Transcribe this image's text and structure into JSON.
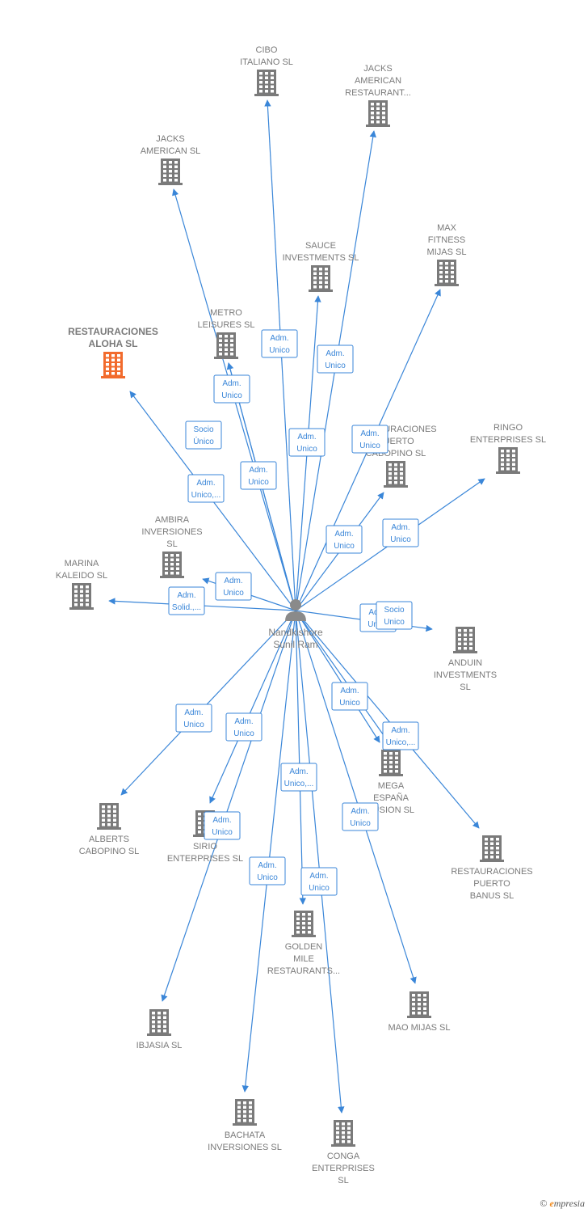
{
  "colors": {
    "edge": "#3a86d8",
    "company": "#7a7a7a",
    "focus_company": "#f26b2d",
    "label_text": "#7a7a7a"
  },
  "person": {
    "name_lines": [
      "Nandkishore",
      "Sunil Ram"
    ],
    "icon": "person-icon"
  },
  "companies": [
    {
      "id": "cibo",
      "lines": [
        "CIBO",
        "ITALIANO  SL"
      ]
    },
    {
      "id": "jacks2",
      "lines": [
        "JACKS",
        "AMERICAN",
        "RESTAURANT..."
      ]
    },
    {
      "id": "jacks1",
      "lines": [
        "JACKS",
        "AMERICAN SL"
      ]
    },
    {
      "id": "sauce",
      "lines": [
        "SAUCE",
        "INVESTMENTS SL"
      ]
    },
    {
      "id": "maxfit",
      "lines": [
        "MAX",
        "FITNESS",
        "MIJAS  SL"
      ]
    },
    {
      "id": "metro",
      "lines": [
        "METRO",
        "LEISURES SL"
      ]
    },
    {
      "id": "aloha",
      "lines": [
        "RESTAURACIONES",
        "ALOHA  SL"
      ],
      "focus": true
    },
    {
      "id": "restpuerto",
      "lines": [
        "RESTAURACIONES",
        "PUERTO",
        "CABOPINO SL"
      ]
    },
    {
      "id": "ringo",
      "lines": [
        "RINGO",
        "ENTERPRISES SL"
      ]
    },
    {
      "id": "ambira",
      "lines": [
        "AMBIRA",
        "INVERSIONES",
        "SL"
      ]
    },
    {
      "id": "marina",
      "lines": [
        "MARINA",
        "KALEIDO  SL"
      ]
    },
    {
      "id": "anduin",
      "lines": [
        "ANDUIN",
        "INVESTMENTS",
        "SL"
      ]
    },
    {
      "id": "alberts",
      "lines": [
        "ALBERTS",
        "CABOPINO SL"
      ]
    },
    {
      "id": "sirio",
      "lines": [
        "SIRIO",
        "ENTERPRISES SL"
      ]
    },
    {
      "id": "mega",
      "lines": [
        "MEGA",
        "ESPAÑA",
        "FUSION SL"
      ]
    },
    {
      "id": "banus",
      "lines": [
        "RESTAURACIONES",
        "PUERTO",
        "BANUS  SL"
      ]
    },
    {
      "id": "golden",
      "lines": [
        "GOLDEN",
        "MILE",
        "RESTAURANTS..."
      ]
    },
    {
      "id": "maomijas",
      "lines": [
        "MAO MIJAS  SL"
      ]
    },
    {
      "id": "ibjasia",
      "lines": [
        "IBJASIA SL"
      ]
    },
    {
      "id": "bachata",
      "lines": [
        "BACHATA",
        "INVERSIONES SL"
      ]
    },
    {
      "id": "conga",
      "lines": [
        "CONGA",
        "ENTERPRISES",
        "SL"
      ]
    }
  ],
  "edges": [
    {
      "to": "cibo",
      "label": [
        "Adm.",
        "Unico"
      ]
    },
    {
      "to": "jacks2",
      "label": [
        "Adm.",
        "Unico"
      ]
    },
    {
      "to": "jacks1",
      "label": [
        "Adm.",
        "Unico"
      ]
    },
    {
      "to": "sauce",
      "label": [
        "Adm.",
        "Unico"
      ]
    },
    {
      "to": "maxfit",
      "label": [
        "Adm.",
        "Unico"
      ]
    },
    {
      "to": "metro",
      "label": [
        "Adm.",
        "Unico"
      ]
    },
    {
      "to": "metro",
      "label": [
        "Socio",
        "Único"
      ]
    },
    {
      "to": "aloha",
      "label": [
        "Adm.",
        "Unico,..."
      ]
    },
    {
      "to": "restpuerto",
      "label": [
        "Adm.",
        "Unico"
      ]
    },
    {
      "to": "ringo",
      "label": [
        "Adm.",
        "Unico"
      ]
    },
    {
      "to": "ambira",
      "label": [
        "Adm.",
        "Unico"
      ]
    },
    {
      "to": "marina",
      "label": [
        "Adm.",
        "Solid.,..."
      ]
    },
    {
      "to": "anduin",
      "label": [
        "Adm.",
        "Unico"
      ]
    },
    {
      "to": "mega",
      "label": [
        "Socio",
        "Unico"
      ]
    },
    {
      "to": "alberts",
      "label": [
        "Adm.",
        "Unico"
      ]
    },
    {
      "to": "sirio",
      "label": [
        "Adm.",
        "Unico"
      ]
    },
    {
      "to": "mega",
      "label": [
        "Adm.",
        "Unico"
      ]
    },
    {
      "to": "banus",
      "label": [
        "Adm.",
        "Unico,..."
      ]
    },
    {
      "to": "golden",
      "label": [
        "Adm.",
        "Unico,..."
      ]
    },
    {
      "to": "maomijas",
      "label": [
        "Adm.",
        "Unico"
      ]
    },
    {
      "to": "ibjasia",
      "label": [
        "Adm.",
        "Unico"
      ]
    },
    {
      "to": "bachata",
      "label": [
        "Adm.",
        "Unico"
      ]
    },
    {
      "to": "conga",
      "label": [
        "Adm.",
        "Unico"
      ]
    }
  ],
  "watermark": {
    "copyright": "©",
    "brand_e": "e",
    "brand_rest": "mpresia"
  }
}
